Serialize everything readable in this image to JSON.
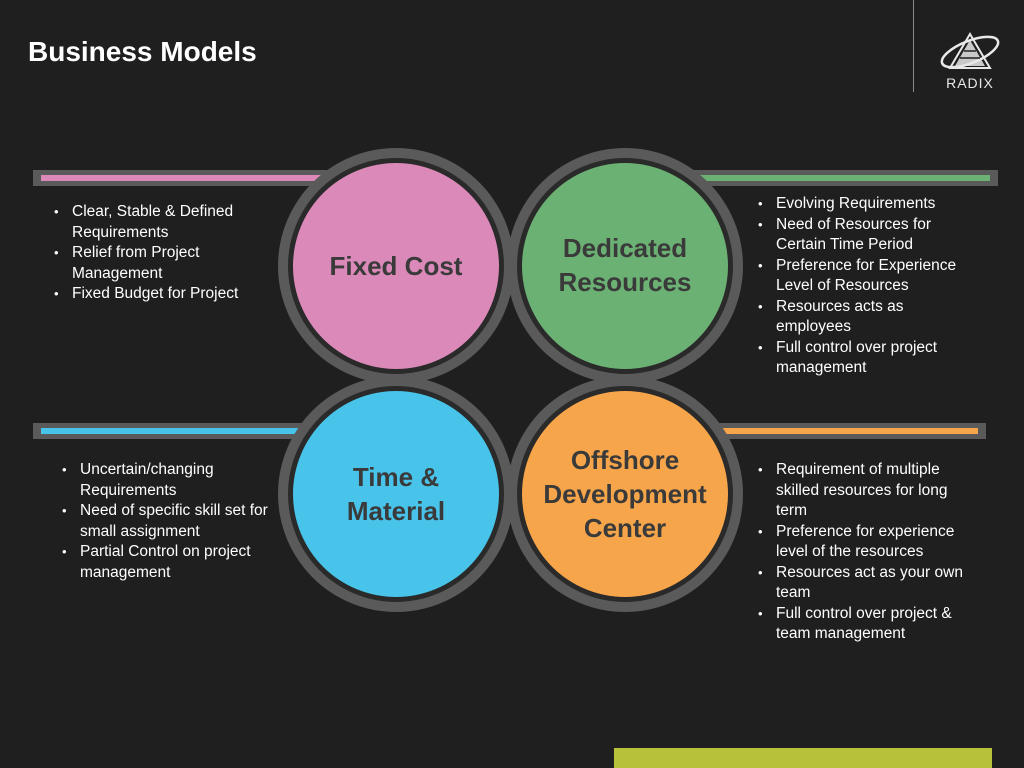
{
  "title": "Business Models",
  "logo": {
    "text": "RADIX",
    "icon": "radix-logo-icon"
  },
  "colors": {
    "background": "#1f1f1f",
    "ring": "#5a5a5a",
    "fixed_cost": "#db89b8",
    "dedicated": "#6cb174",
    "time_material": "#48c3ea",
    "offshore": "#f7a54a",
    "accent_bar": "#b7c13a"
  },
  "models": [
    {
      "id": "fixed-cost",
      "label_lines": [
        "Fixed Cost"
      ],
      "bullets": [
        "Clear, Stable & Defined Requirements",
        "Relief from Project Management",
        "Fixed Budget for Project"
      ]
    },
    {
      "id": "dedicated-resources",
      "label_lines": [
        "Dedicated",
        "Resources"
      ],
      "bullets": [
        "Evolving Requirements",
        "Need of Resources for Certain Time Period",
        "Preference for Experience Level of Resources",
        "Resources acts as employees",
        "Full control over project management"
      ]
    },
    {
      "id": "time-material",
      "label_lines": [
        "Time &",
        "Material"
      ],
      "bullets": [
        "Uncertain/changing Requirements",
        "Need of specific skill set for small assignment",
        "Partial Control on project management"
      ]
    },
    {
      "id": "offshore-development-center",
      "label_lines": [
        "Offshore",
        "Development",
        "Center"
      ],
      "bullets": [
        "Requirement of multiple skilled resources for long term",
        "Preference for experience level of the resources",
        "Resources act as your own team",
        "Full control over project & team management"
      ]
    }
  ]
}
